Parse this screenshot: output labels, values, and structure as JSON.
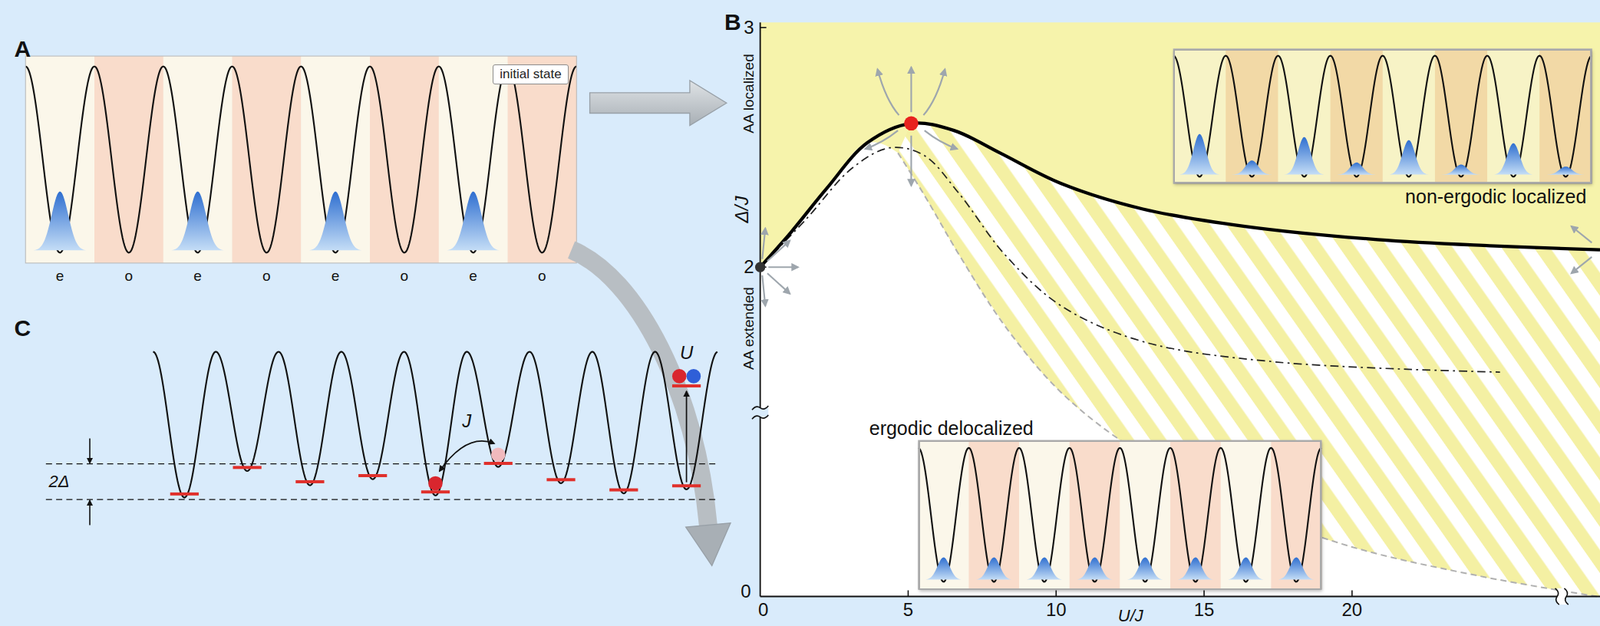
{
  "diagram": {
    "nodes": [
      {
        "text": [
          "initial state"
        ]
      },
      {
        "text": [
          "non-ergodic localized"
        ]
      },
      {
        "text": [
          "ergodic delocalized"
        ]
      }
    ],
    "labels": [
      "A",
      "e",
      "o",
      "e",
      "o",
      "e",
      "o",
      "e",
      "o",
      "B",
      "AA localized",
      "Δ/J",
      "AA extended",
      "3",
      "2",
      "0",
      "0",
      "5",
      "10",
      "15",
      "20",
      "U/J",
      "C",
      "2Δ",
      "J",
      "U"
    ]
  }
}
